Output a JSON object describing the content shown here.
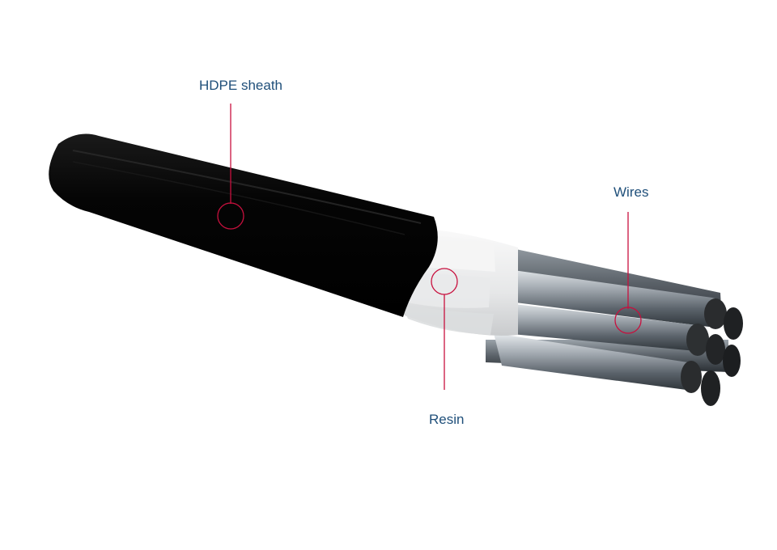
{
  "callouts": {
    "hdpe_sheath": {
      "label": "HDPE sheath"
    },
    "wires": {
      "label": "Wires"
    },
    "resin": {
      "label": "Resin"
    }
  },
  "colors": {
    "callout_text": "#1f4f7a",
    "callout_line": "#c8103e",
    "sheath": "#0b0b0b",
    "resin": "#ecedee",
    "wire_steel": "#7d858d"
  }
}
